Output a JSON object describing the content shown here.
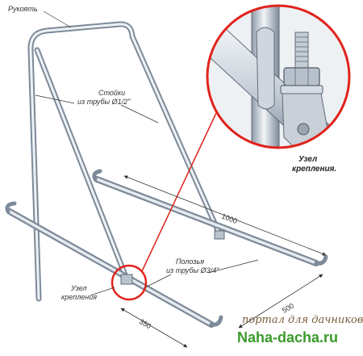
{
  "labels": {
    "handle": "Рукоять",
    "posts_line1": "Стойки",
    "posts_line2": "из трубы Ø1/2\"",
    "runners_line1": "Полозья",
    "runners_line2": "из трубы Ø3/4\"",
    "joint_line1": "Узел",
    "joint_line2": "крепления",
    "inset_line1": "Узел",
    "inset_line2": "крепления."
  },
  "dimensions": {
    "length": "1000",
    "width": "500",
    "offset": "350"
  },
  "watermark": {
    "line1": "портал для дачников",
    "line2": "Naha-dacha.ru"
  },
  "colors": {
    "highlight_circle": "#e0241c",
    "metal_light": "#dfe6ee",
    "metal_dark": "#7d8a99",
    "watermark_green": "#3a9a2a"
  }
}
